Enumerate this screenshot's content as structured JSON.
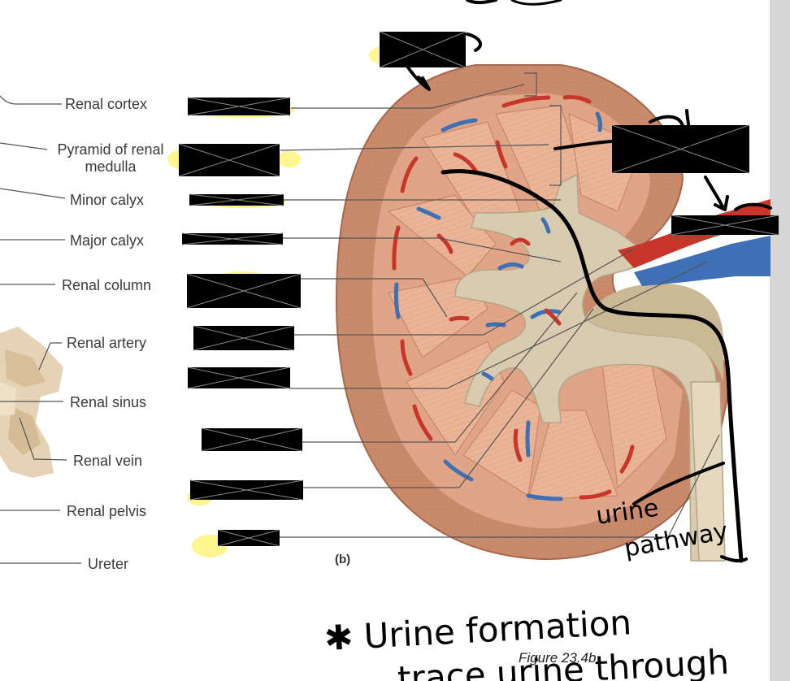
{
  "labels": {
    "renal_cortex": "Renal cortex",
    "pyramid_line1": "Pyramid of renal",
    "pyramid_line2": "medulla",
    "minor_calyx": "Minor calyx",
    "major_calyx": "Major calyx",
    "renal_column": "Renal column",
    "renal_artery": "Renal artery",
    "renal_sinus": "Renal sinus",
    "renal_vein": "Renal vein",
    "renal_pelvis": "Renal pelvis",
    "ureter": "Ureter"
  },
  "panel_label": "(b)",
  "figure_caption": "Figure 23.4b",
  "handwriting": {
    "urine_line1": "urine",
    "urine_line2": "pathway",
    "note_line1": "✱ Urine formation",
    "note_line2": "trace urine through"
  },
  "colors": {
    "cortex": "#c98a6c",
    "medulla": "#e3a98b",
    "sinus": "#d9cbb0",
    "artery": "#c8352a",
    "vein": "#3f6fb5",
    "redaction": "#000000",
    "highlight": "#fff36b"
  }
}
